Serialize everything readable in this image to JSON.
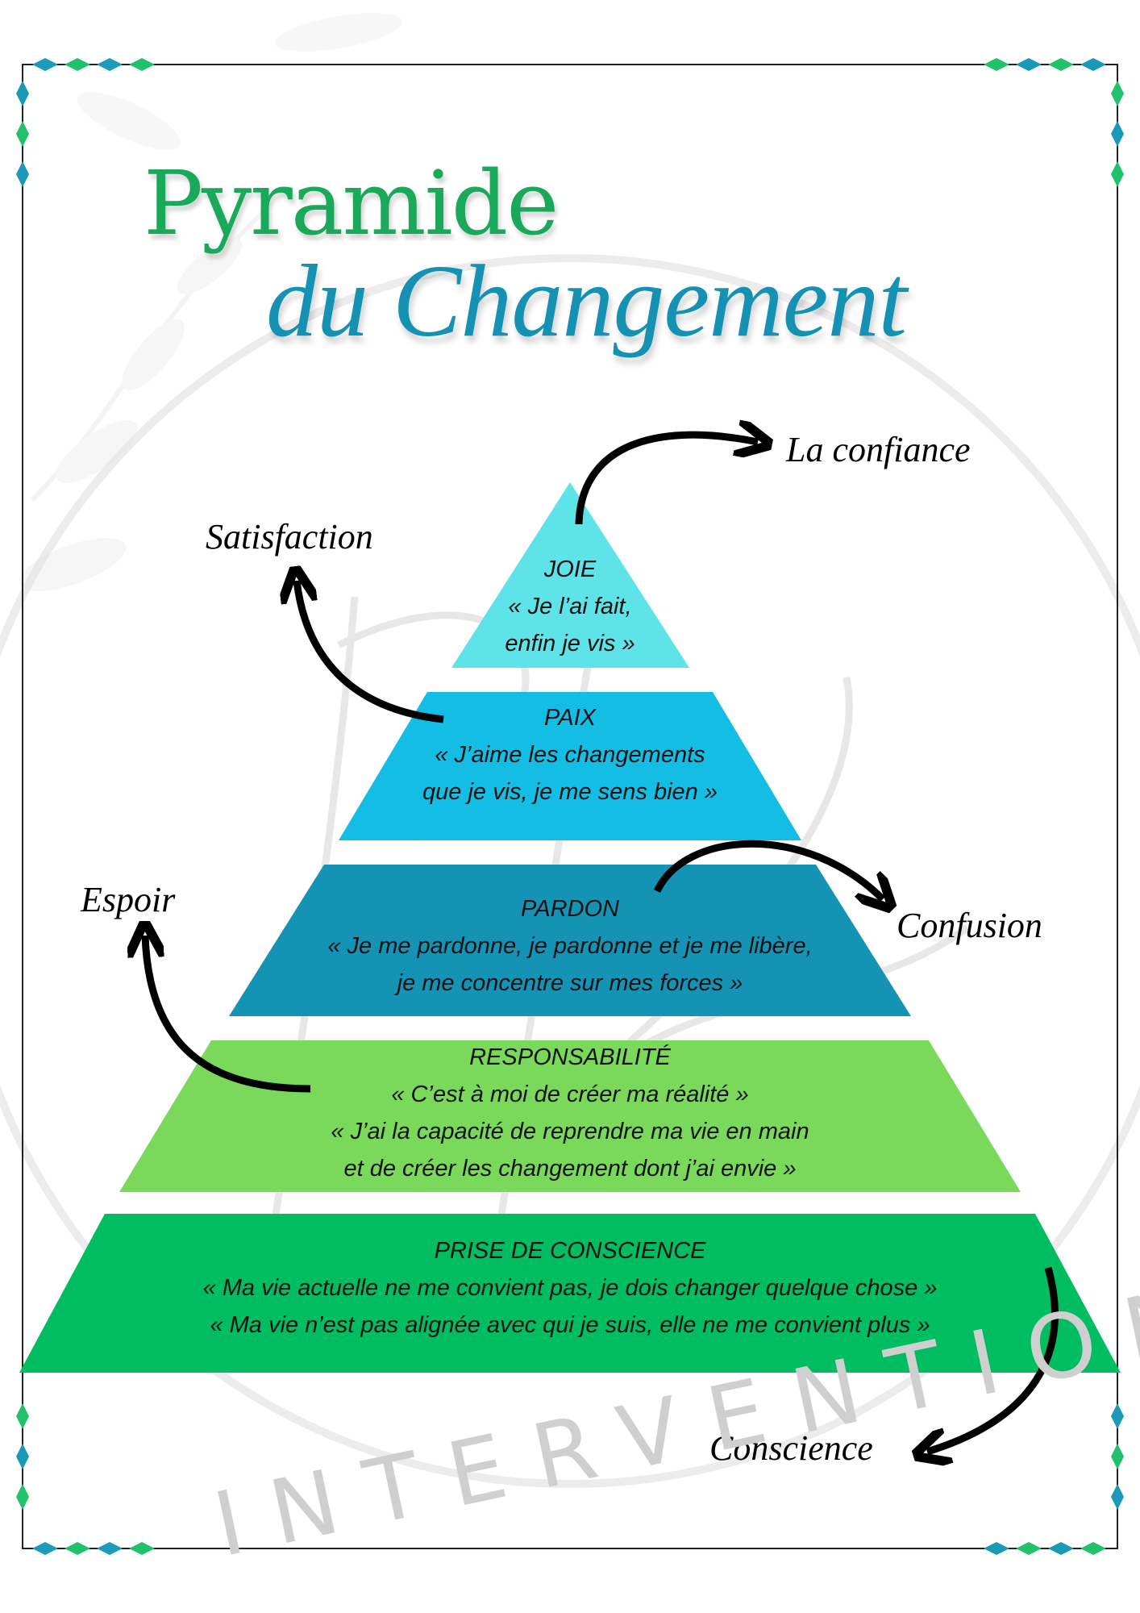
{
  "title": {
    "line1": "Pyramide",
    "line2": "du Changement"
  },
  "levels": [
    {
      "name": "JOIE",
      "quote": [
        "« Je l’ai fait,",
        "enfin je vis »"
      ],
      "color": "#5ee3e8"
    },
    {
      "name": "PAIX",
      "quote": [
        "« J’aime les changements",
        "que je vis, je me sens bien »"
      ],
      "color": "#14bde3"
    },
    {
      "name": "PARDON",
      "quote": [
        "« Je me pardonne, je pardonne et je me libère,",
        "je me concentre sur mes forces »"
      ],
      "color": "#1593b4"
    },
    {
      "name": "RESPONSABILITÉ",
      "quote": [
        "« C’est à moi de créer ma réalité »",
        "« J’ai la capacité de reprendre ma vie en main",
        "et de créer les changement dont j’ai envie »"
      ],
      "color": "#7ad95a"
    },
    {
      "name": "PRISE DE CONSCIENCE",
      "quote": [
        "« Ma vie actuelle ne me convient pas, je dois changer quelque chose »",
        "« Ma vie n’est pas alignée avec qui je suis, elle ne me convient plus »"
      ],
      "color": "#00bd62"
    }
  ],
  "labels": {
    "confiance": "La confiance",
    "satisfaction": "Satisfaction",
    "espoir": "Espoir",
    "confusion": "Confusion",
    "conscience": "Conscience"
  },
  "watermark": {
    "text": "INTERVENTION"
  },
  "colors": {
    "title_green": "#1aa85a",
    "title_blue": "#1592b3",
    "border_teal": "#1a9ab8",
    "border_green": "#21c06a"
  }
}
